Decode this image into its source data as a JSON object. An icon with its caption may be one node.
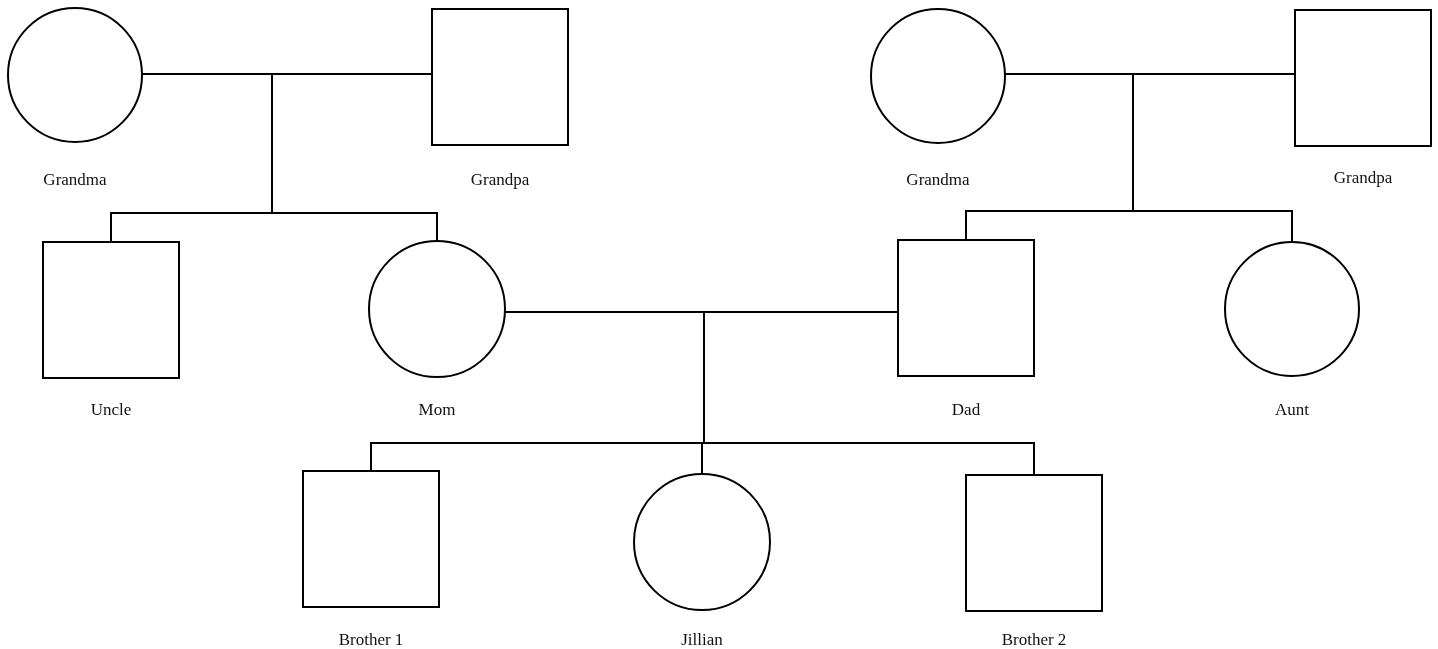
{
  "diagram": {
    "nodes": [
      {
        "text": [
          "Grandma"
        ]
      },
      {
        "text": [
          "Grandpa"
        ]
      },
      {
        "text": [
          "Grandma"
        ]
      },
      {
        "text": [
          "Grandpa"
        ]
      },
      {
        "text": [
          "Uncle"
        ]
      },
      {
        "text": [
          "Mom"
        ]
      },
      {
        "text": [
          "Dad"
        ]
      },
      {
        "text": [
          "Aunt"
        ]
      },
      {
        "text": [
          "Brother 1"
        ]
      },
      {
        "text": [
          "Jillian"
        ]
      },
      {
        "text": [
          "Brother 2"
        ]
      }
    ],
    "edges": [
      {
        "from": 0,
        "to": 1,
        "arrow": "none"
      },
      {
        "from": 0,
        "to": 4,
        "arrow": "none"
      },
      {
        "from": 0,
        "to": 5,
        "arrow": "none"
      },
      {
        "from": 1,
        "to": 4,
        "arrow": "none"
      },
      {
        "from": 1,
        "to": 5,
        "arrow": "none"
      },
      {
        "from": 2,
        "to": 3,
        "arrow": "none"
      },
      {
        "from": 2,
        "to": 6,
        "arrow": "none"
      },
      {
        "from": 2,
        "to": 7,
        "arrow": "none"
      },
      {
        "from": 3,
        "to": 6,
        "arrow": "none"
      },
      {
        "from": 3,
        "to": 7,
        "arrow": "none"
      },
      {
        "from": 5,
        "to": 6,
        "arrow": "none"
      },
      {
        "from": 5,
        "to": 8,
        "arrow": "none"
      },
      {
        "from": 5,
        "to": 9,
        "arrow": "none"
      },
      {
        "from": 5,
        "to": 10,
        "arrow": "none"
      },
      {
        "from": 6,
        "to": 8,
        "arrow": "none"
      },
      {
        "from": 6,
        "to": 9,
        "arrow": "none"
      },
      {
        "from": 6,
        "to": 10,
        "arrow": "none"
      }
    ]
  }
}
